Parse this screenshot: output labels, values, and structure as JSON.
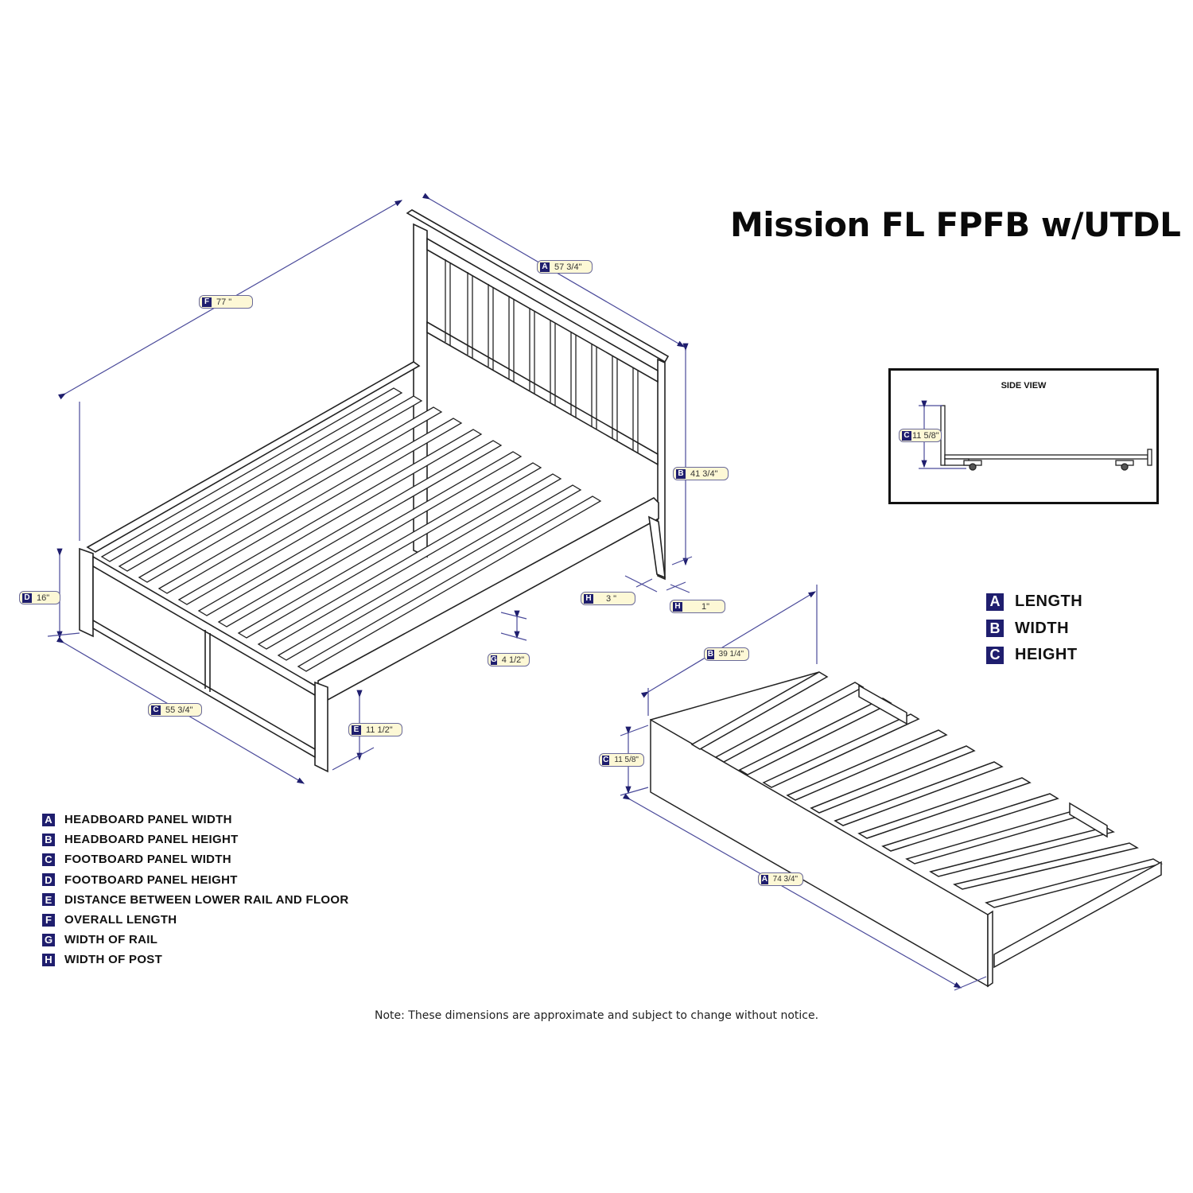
{
  "title": "Mission FL FPFB w/UTDL",
  "colors": {
    "badge_bg": "#1f1e6e",
    "label_bg": "#fdf8d6",
    "dimension_line": "#4a4a9a",
    "drawing_line": "#222222"
  },
  "bed_dimensions": [
    {
      "key": "F",
      "value": "77 \""
    },
    {
      "key": "A",
      "value": "57 3/4\""
    },
    {
      "key": "B",
      "value": "41 3/4\""
    },
    {
      "key": "D",
      "value": "16\""
    },
    {
      "key": "H",
      "value": "3 \""
    },
    {
      "key": "H",
      "value": "1\""
    },
    {
      "key": "G",
      "value": "4 1/2\""
    },
    {
      "key": "C",
      "value": "55 3/4\""
    },
    {
      "key": "E",
      "value": "11 1/2\""
    }
  ],
  "side_view": {
    "title": "SIDE VIEW",
    "dimension": {
      "key": "C",
      "value": "11 5/8\""
    }
  },
  "trundle_dimensions": [
    {
      "key": "B",
      "value": "39 1/4\""
    },
    {
      "key": "C",
      "value": "11 5/8\""
    },
    {
      "key": "A",
      "value": "74 3/4\""
    }
  ],
  "trundle_legend": [
    {
      "key": "A",
      "label": "LENGTH"
    },
    {
      "key": "B",
      "label": "WIDTH"
    },
    {
      "key": "C",
      "label": "HEIGHT"
    }
  ],
  "bed_legend": [
    {
      "key": "A",
      "label": "HEADBOARD PANEL WIDTH"
    },
    {
      "key": "B",
      "label": "HEADBOARD PANEL HEIGHT"
    },
    {
      "key": "C",
      "label": "FOOTBOARD PANEL WIDTH"
    },
    {
      "key": "D",
      "label": "FOOTBOARD PANEL HEIGHT"
    },
    {
      "key": "E",
      "label": "DISTANCE BETWEEN LOWER RAIL AND FLOOR"
    },
    {
      "key": "F",
      "label": "OVERALL LENGTH"
    },
    {
      "key": "G",
      "label": "WIDTH OF RAIL"
    },
    {
      "key": "H",
      "label": "WIDTH OF POST"
    }
  ],
  "note": "Note:  These dimensions are approximate and subject to change without notice."
}
